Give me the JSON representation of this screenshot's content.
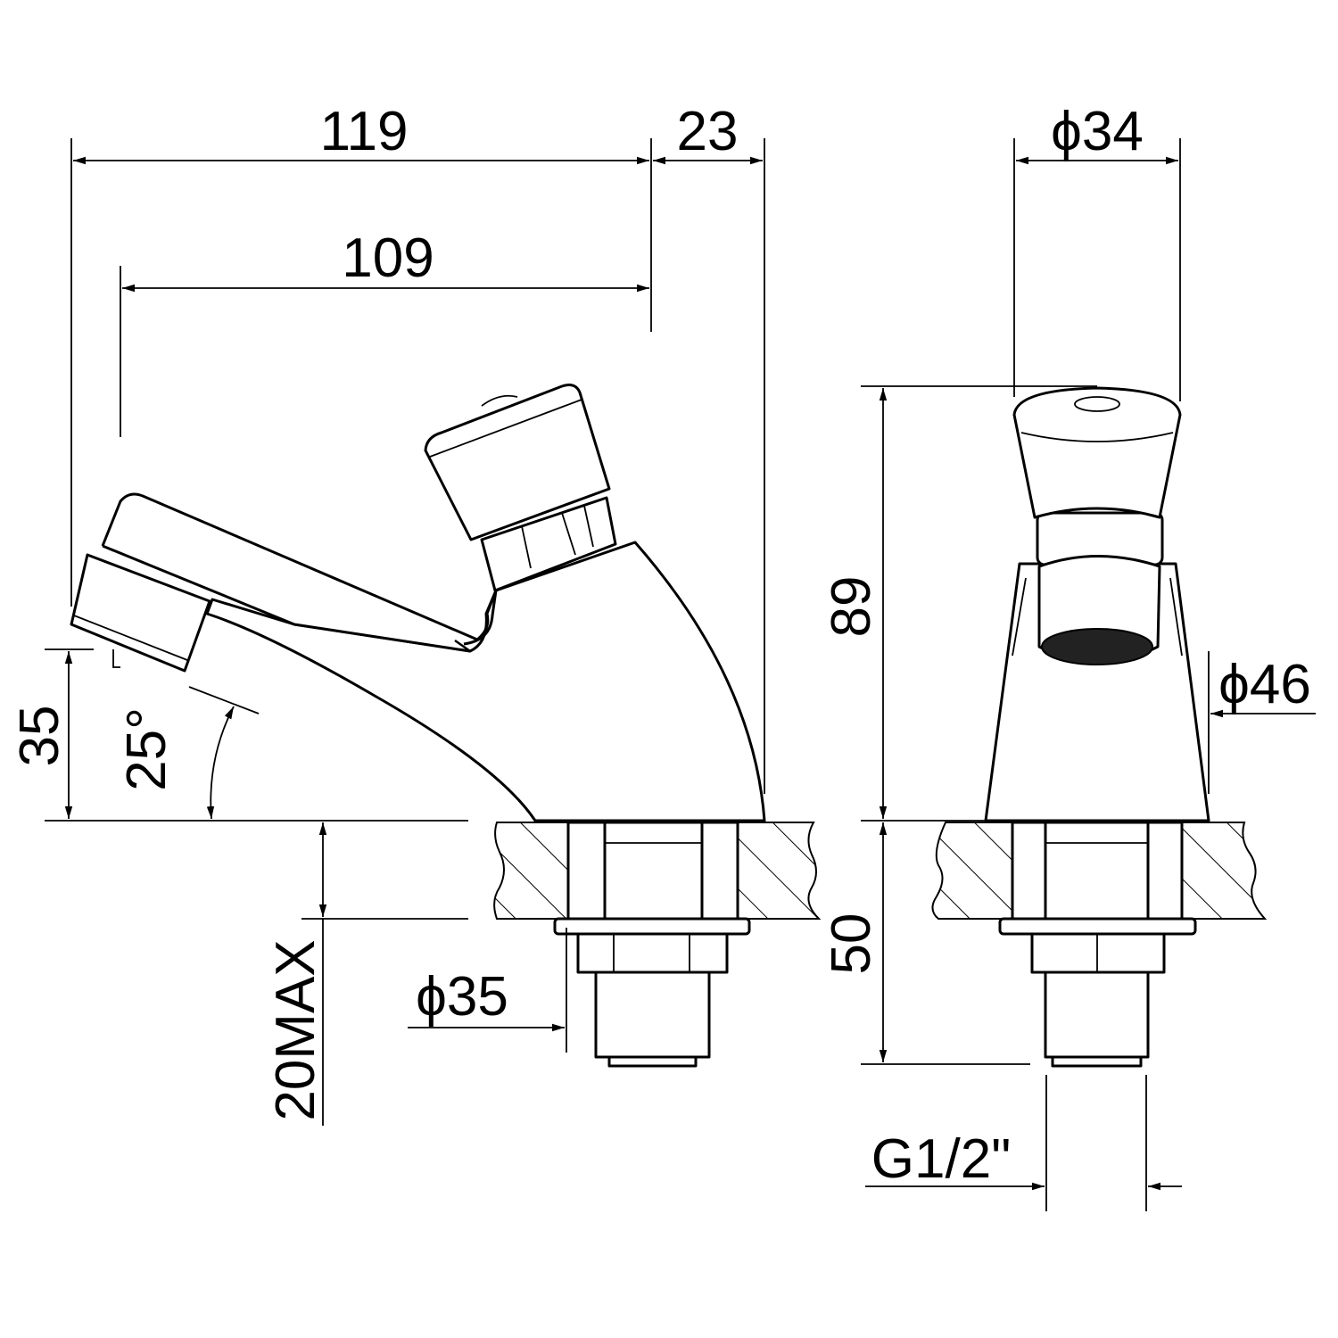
{
  "drawing": {
    "title": "Self-closing basin tap dimension drawing",
    "side_view": {
      "dim_overall_length": "119",
      "dim_button_offset": "23",
      "dim_spout_reach": "109",
      "dim_spout_height": "35",
      "dim_spout_angle": "25°",
      "dim_counter_thickness": "20MAX",
      "dim_base_diameter": "ϕ35"
    },
    "front_view": {
      "dim_button_diameter": "ϕ34",
      "dim_height": "89",
      "dim_body_diameter": "ϕ46",
      "dim_shank_length": "50",
      "dim_thread": "G1/2\""
    }
  },
  "colors": {
    "line": "#000000",
    "background": "#ffffff"
  }
}
